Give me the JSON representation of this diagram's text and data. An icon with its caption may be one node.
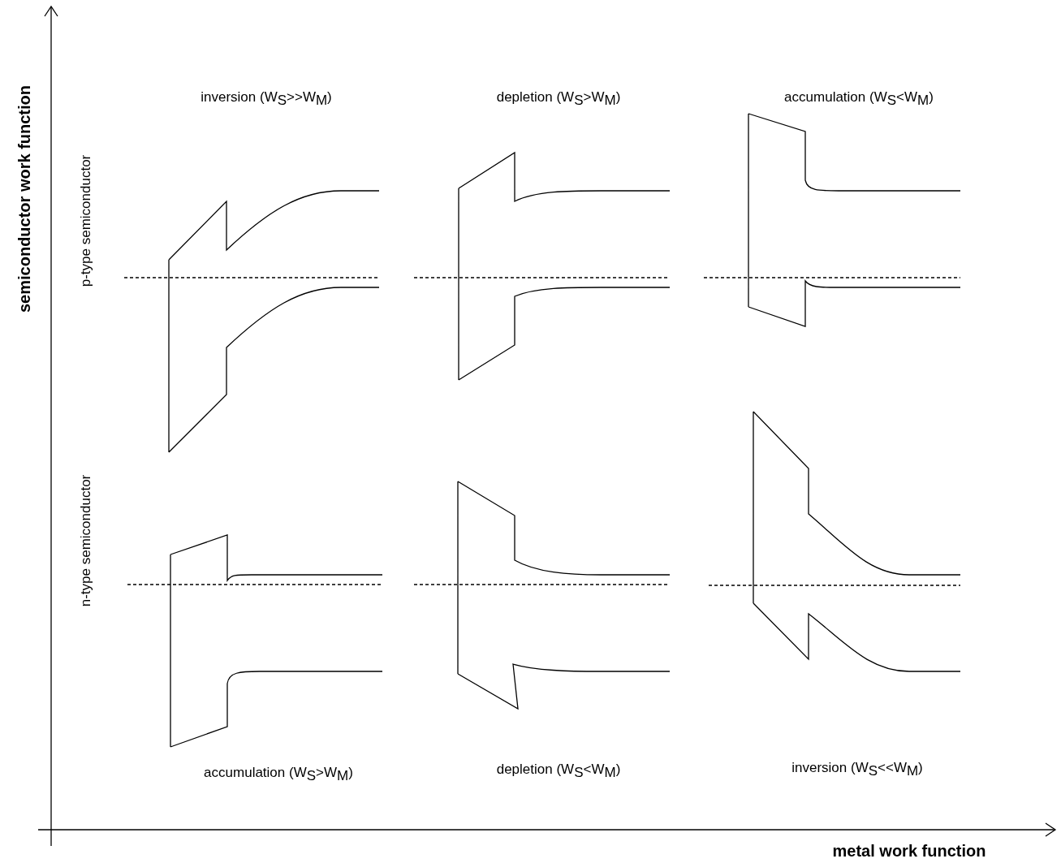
{
  "diagram": {
    "labels": [
      "semiconductor work function",
      "inversion (W$_{S}$>>W$_{M}$)",
      "depletion (W$_{S}$>W$_{M}$)",
      "accumulation (W$_{S}$<W$_{M}$)",
      "p-type semiconductor",
      "n-type semiconductor",
      "accumulation (W$_{S}$>W$_{M}$)",
      "depletion (W$_{S}$<W$_{M}$)",
      "inversion (W$_{S}$<<W$_{M}$)",
      "metal work function"
    ]
  }
}
